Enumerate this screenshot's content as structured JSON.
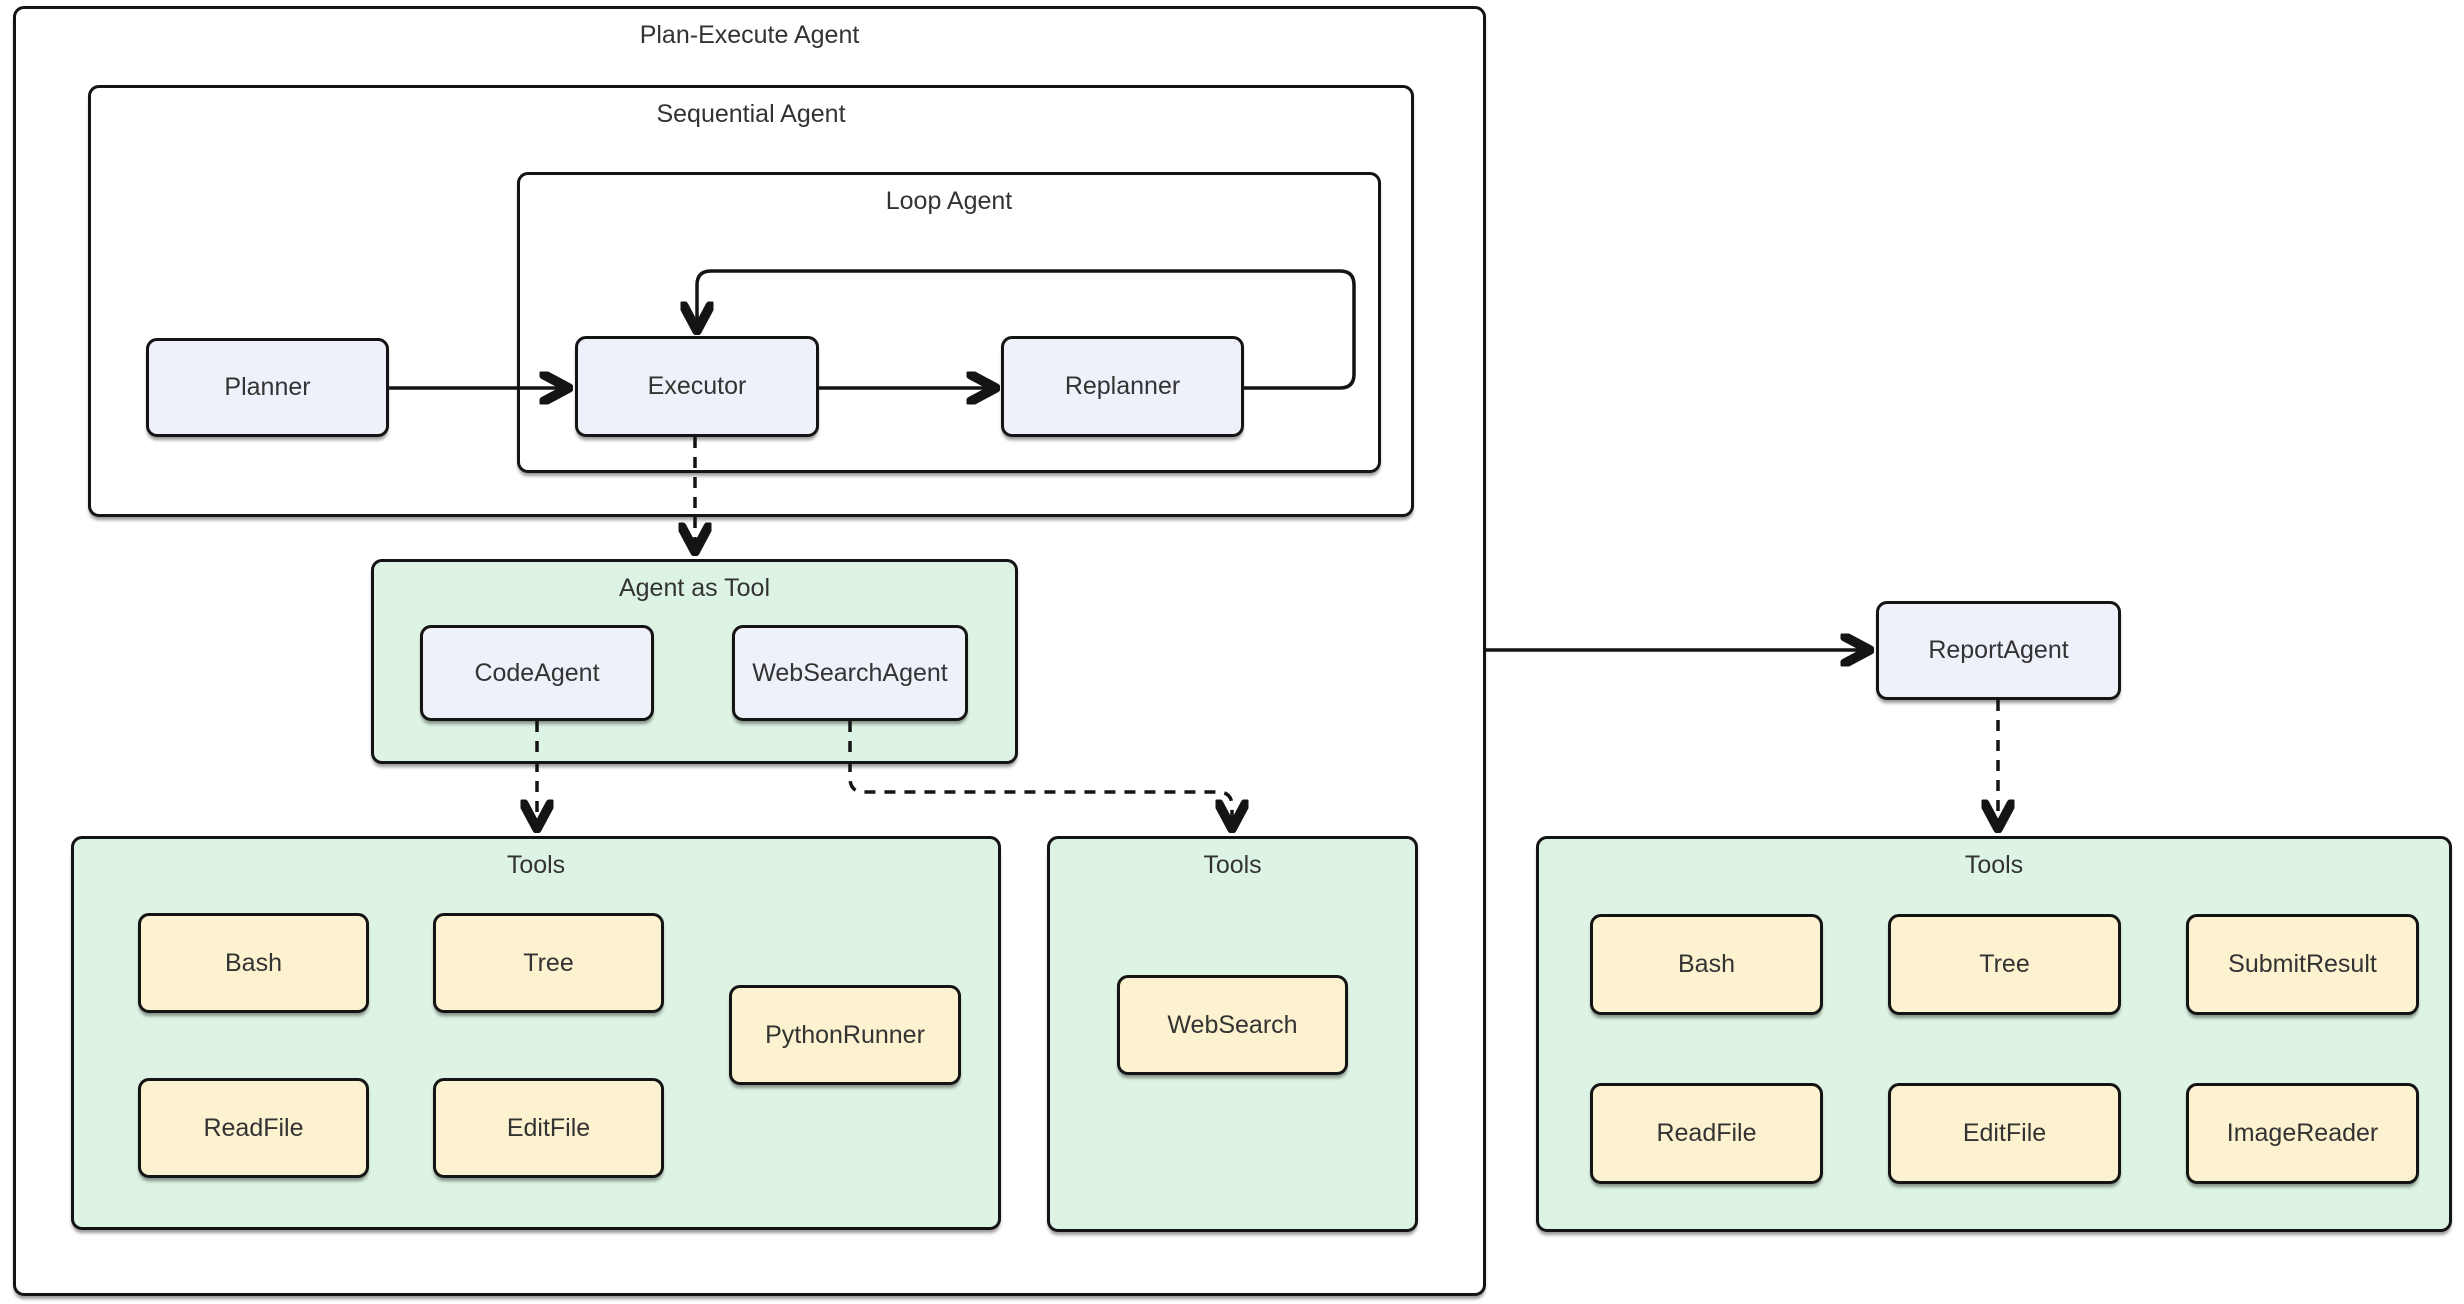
{
  "diagram": {
    "containers": {
      "plan_execute": "Plan-Execute Agent",
      "sequential": "Sequential Agent",
      "loop": "Loop Agent",
      "agent_as_tool": "Agent as Tool"
    },
    "nodes": {
      "planner": "Planner",
      "executor": "Executor",
      "replanner": "Replanner",
      "code_agent": "CodeAgent",
      "web_search_agent": "WebSearchAgent",
      "report_agent": "ReportAgent"
    },
    "tools_left": {
      "title": "Tools",
      "items": [
        "Bash",
        "Tree",
        "PythonRunner",
        "ReadFile",
        "EditFile"
      ]
    },
    "tools_mid": {
      "title": "Tools",
      "items": [
        "WebSearch"
      ]
    },
    "tools_right": {
      "title": "Tools",
      "items": [
        "Bash",
        "Tree",
        "SubmitResult",
        "ReadFile",
        "EditFile",
        "ImageReader"
      ]
    },
    "colors": {
      "border": "#141414",
      "text": "#333333",
      "agent_node_fill": "#eef1fa",
      "group_green_fill": "#ddf3e3",
      "tool_fill": "#fdf2cf",
      "canvas_bg": "#ffffff"
    }
  }
}
